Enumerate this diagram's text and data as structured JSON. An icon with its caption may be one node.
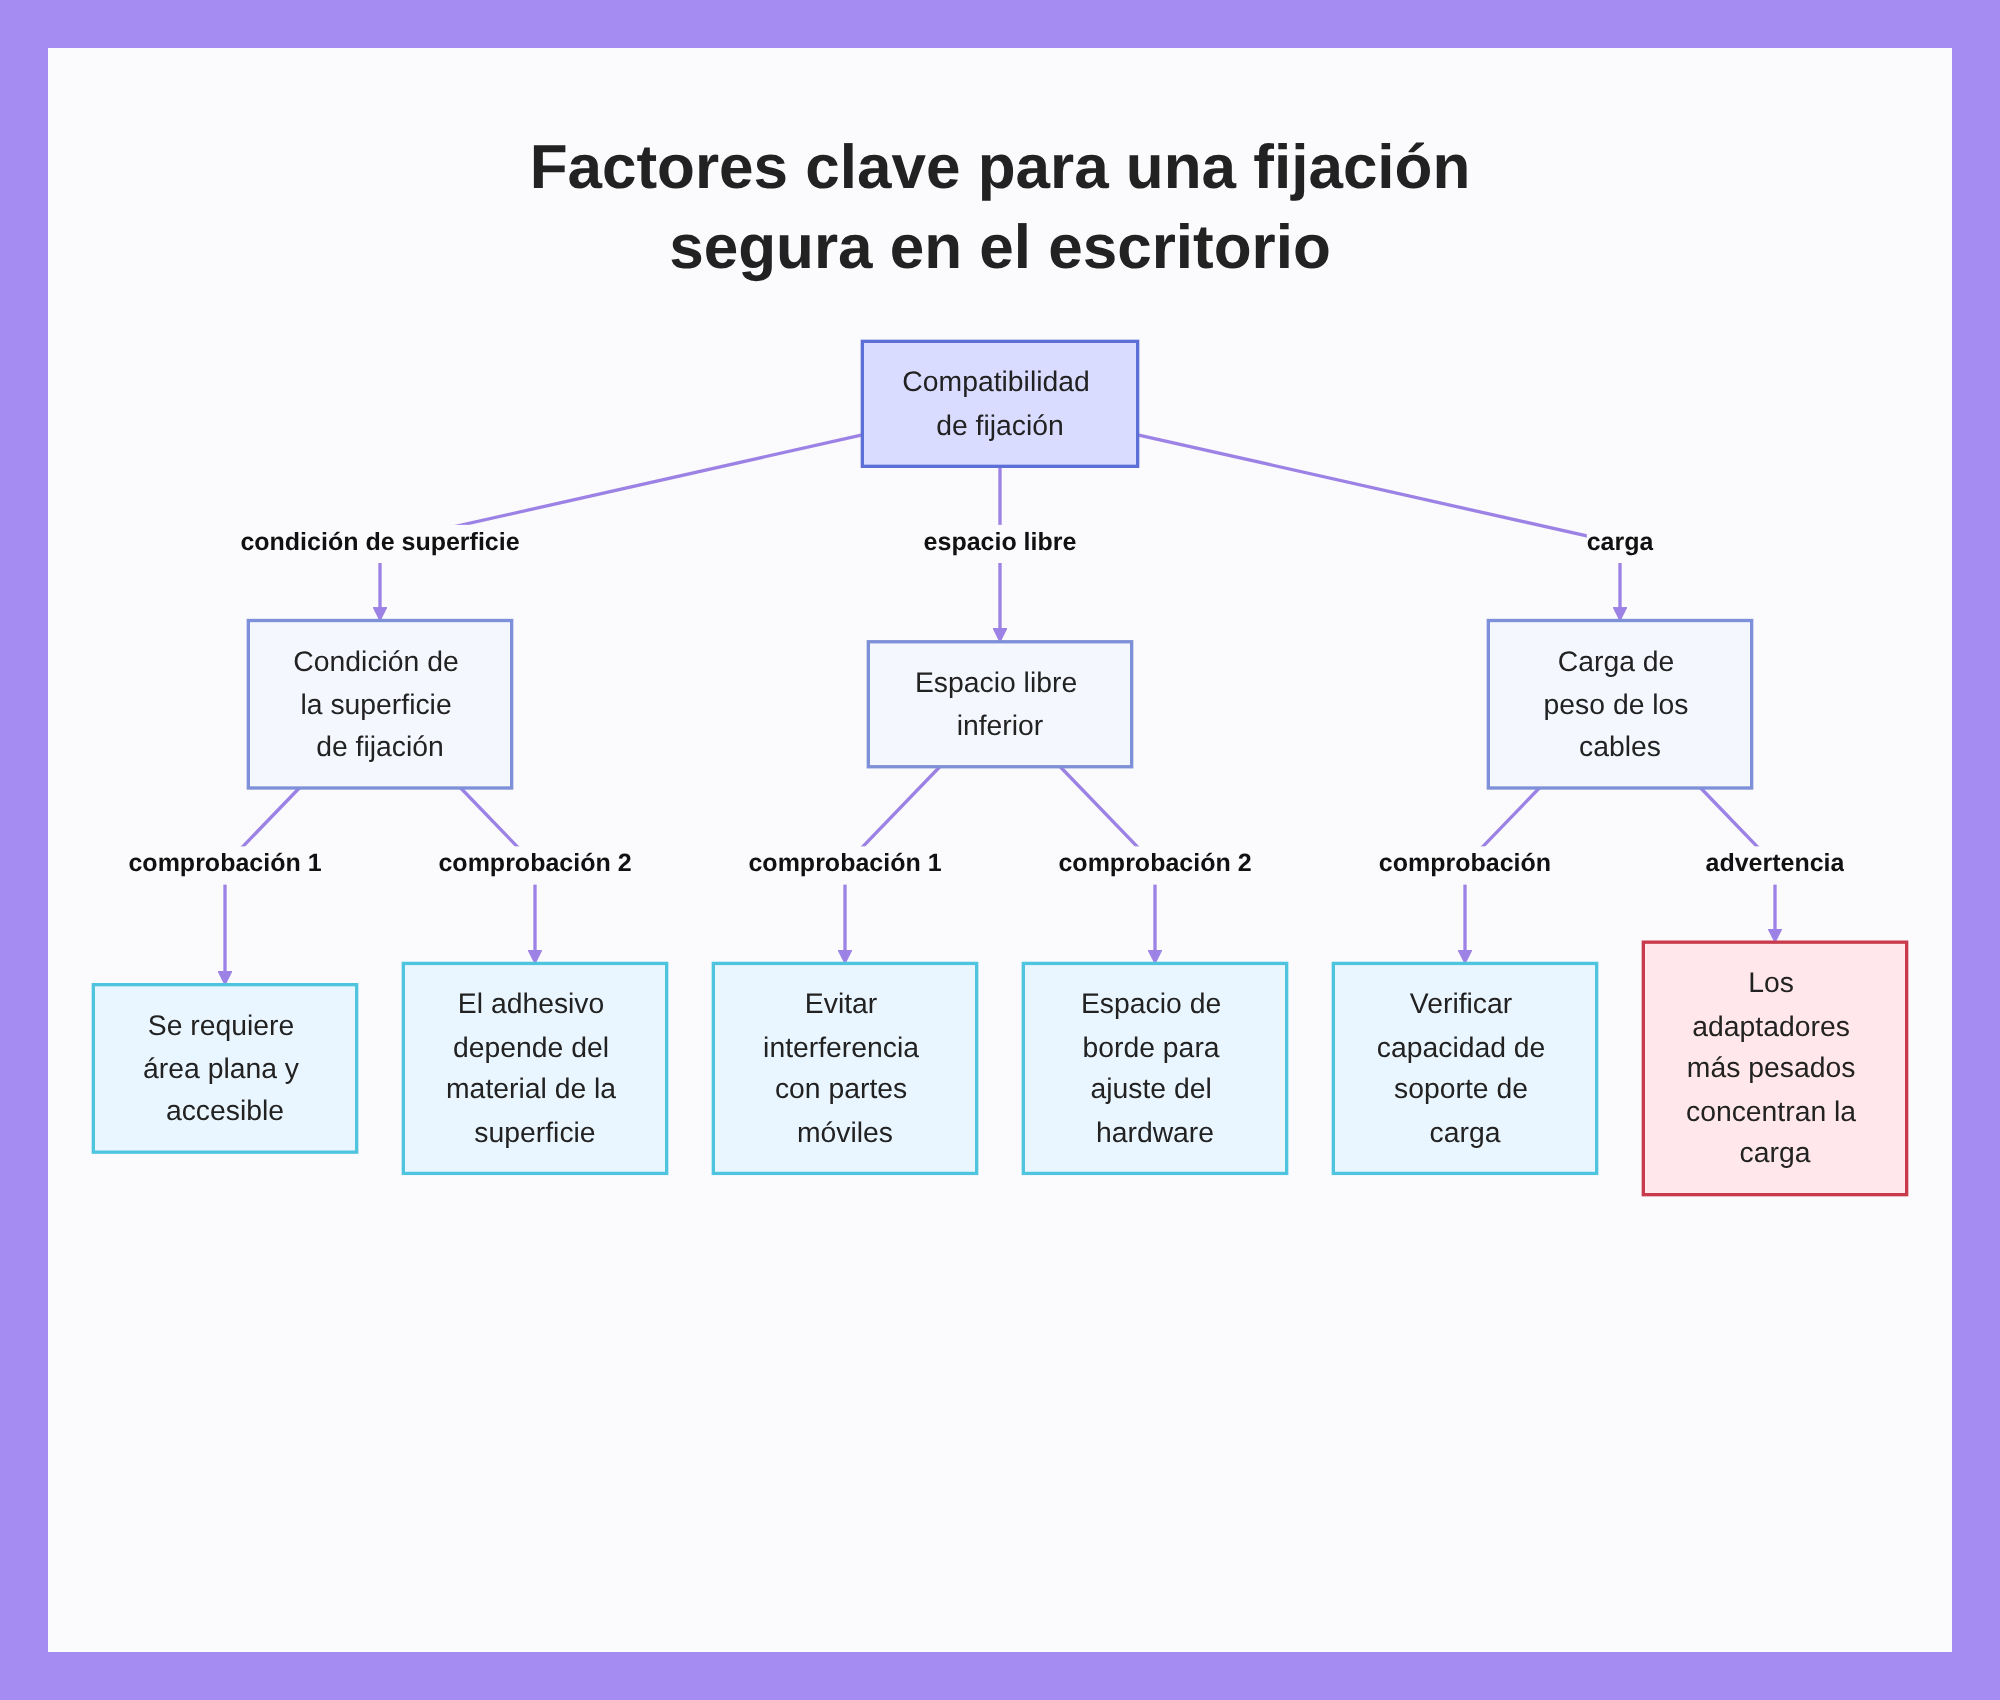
{
  "diagram": {
    "title": "Factores clave para una fijación segura en el escritorio",
    "nodes": [
      {
        "text": [
          "Compatibilidad de fijación"
        ]
      },
      {
        "text": [
          "Condición de la superficie de fijación"
        ]
      },
      {
        "text": [
          "Espacio libre inferior"
        ]
      },
      {
        "text": [
          "Carga de peso de los cables"
        ]
      },
      {
        "text": [
          "Se requiere área plana y accesible"
        ]
      },
      {
        "text": [
          "El adhesivo depende del material de la superficie"
        ]
      },
      {
        "text": [
          "Evitar interferencia con partes móviles"
        ]
      },
      {
        "text": [
          "Espacio de borde para ajuste del hardware"
        ]
      },
      {
        "text": [
          "Verificar capacidad de soporte de carga"
        ]
      },
      {
        "text": [
          "Los adaptadores más pesados concentran la carga"
        ]
      }
    ],
    "edges": [
      {
        "from": 0,
        "to": 1,
        "arrow": "to",
        "label": "condición de superficie"
      },
      {
        "from": 0,
        "to": 2,
        "arrow": "to",
        "label": "espacio libre"
      },
      {
        "from": 0,
        "to": 3,
        "arrow": "to",
        "label": "carga"
      },
      {
        "from": 1,
        "to": 4,
        "arrow": "to",
        "label": "comprobación 1"
      },
      {
        "from": 1,
        "to": 5,
        "arrow": "to",
        "label": "comprobación 2"
      },
      {
        "from": 2,
        "to": 6,
        "arrow": "to",
        "label": "comprobación 1"
      },
      {
        "from": 2,
        "to": 7,
        "arrow": "to",
        "label": "comprobación 2"
      },
      {
        "from": 3,
        "to": 8,
        "arrow": "to",
        "label": "comprobación"
      },
      {
        "from": 3,
        "to": 9,
        "arrow": "to",
        "label": "advertencia"
      }
    ]
  }
}
